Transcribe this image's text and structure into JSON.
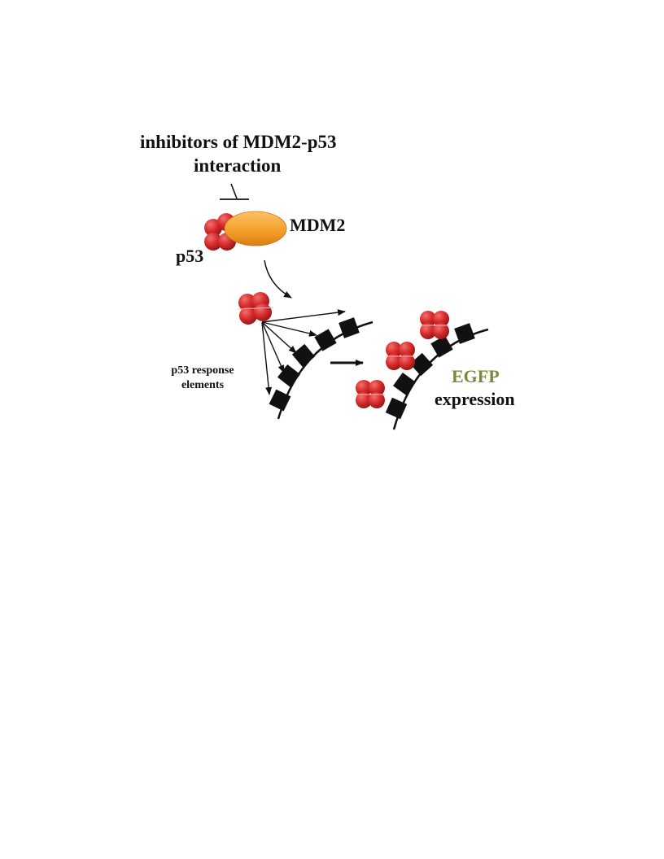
{
  "labels": {
    "title_line1": "inhibitors of MDM2-p53",
    "title_line2": "interaction",
    "mdm2": "MDM2",
    "p53": "p53",
    "response_line1": "p53 response",
    "response_line2": "elements",
    "egfp": "EGFP",
    "expression": "expression"
  },
  "colors": {
    "p53_red": "#d82c2c",
    "mdm2_orange": "#f5a12a",
    "egfp_green": "#7a8a3a",
    "dna_black": "#111111"
  }
}
